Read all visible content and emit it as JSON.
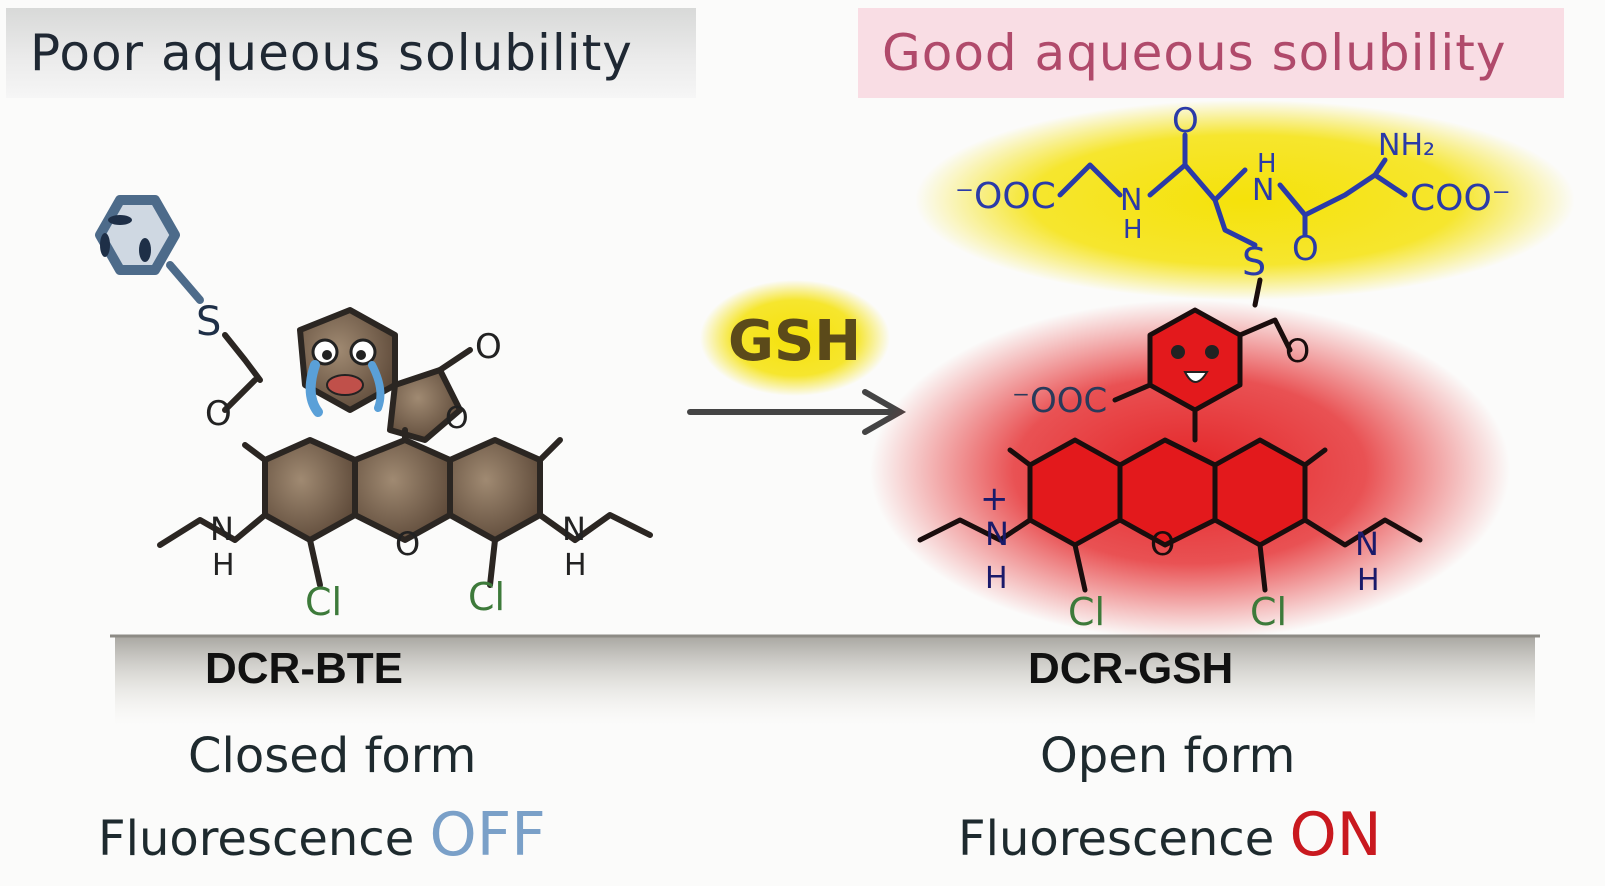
{
  "left_panel": {
    "banner": "Poor aqueous solubility",
    "compound_name": "DCR-BTE",
    "form_label": "Closed form",
    "fluorescence_prefix": "Fluorescence",
    "fluorescence_state": "OFF"
  },
  "right_panel": {
    "banner": "Good aqueous solubility",
    "compound_name": "DCR-GSH",
    "form_label": "Open form",
    "fluorescence_prefix": "Fluorescence",
    "fluorescence_state": "ON"
  },
  "reaction": {
    "reagent": "GSH"
  },
  "atom_labels": {
    "sulfur": "S",
    "oxygen": "O",
    "nitrogen": "N",
    "hydrogen": "H",
    "chlorine": "Cl",
    "carboxylate": "⁻OOC",
    "carboxylate_right": "COO⁻",
    "amine": "NH₂",
    "plus": "+"
  },
  "colors": {
    "left_banner_text": "#1f2833",
    "right_banner_text": "#b04a6b",
    "right_banner_bg": "#f9dde4",
    "off_color": "#7aa0c8",
    "on_color": "#c9191f",
    "gsh_glow": "#f5e20a",
    "gsh_structure": "#2a3aa8",
    "rhodamine_red": "#e3191c",
    "chlorine_green": "#3d7a3a"
  }
}
